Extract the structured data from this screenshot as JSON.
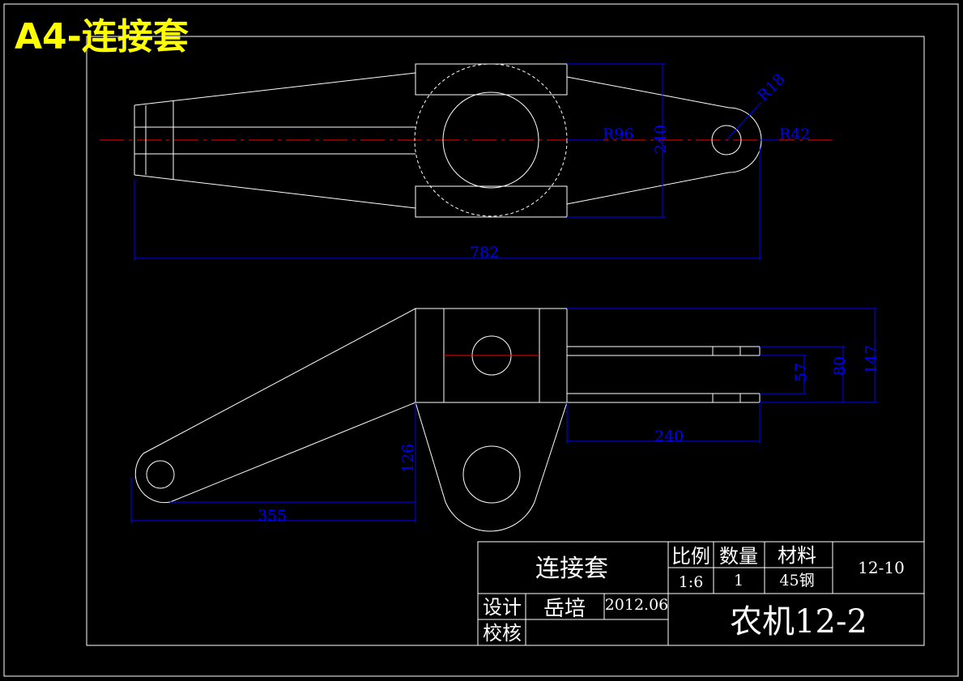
{
  "sheet": {
    "title": "A4-连接套"
  },
  "dimensions": {
    "top_view": {
      "r96": "R96",
      "r18": "R18",
      "r42": "R42",
      "height_240": "240",
      "length_782": "782"
    },
    "front_view": {
      "d147": "147",
      "d80": "80",
      "d57": "57",
      "d240": "240",
      "d126": "126",
      "d355": "355"
    }
  },
  "title_block": {
    "part_name": "连接套",
    "scale_label": "比例",
    "quantity_label": "数量",
    "material_label": "材料",
    "drawing_no": "12-10",
    "scale_value": "1:6",
    "quantity_value": "1",
    "material_value": "45钢",
    "design_label": "设计",
    "designer": "岳培",
    "date": "2012.06",
    "check_label": "校核",
    "organization": "农机12-2"
  },
  "colors": {
    "background": "#000000",
    "outline": "#ffffff",
    "dimension": "#0000ff",
    "centerline": "#ff0000",
    "title": "#ffff00"
  }
}
